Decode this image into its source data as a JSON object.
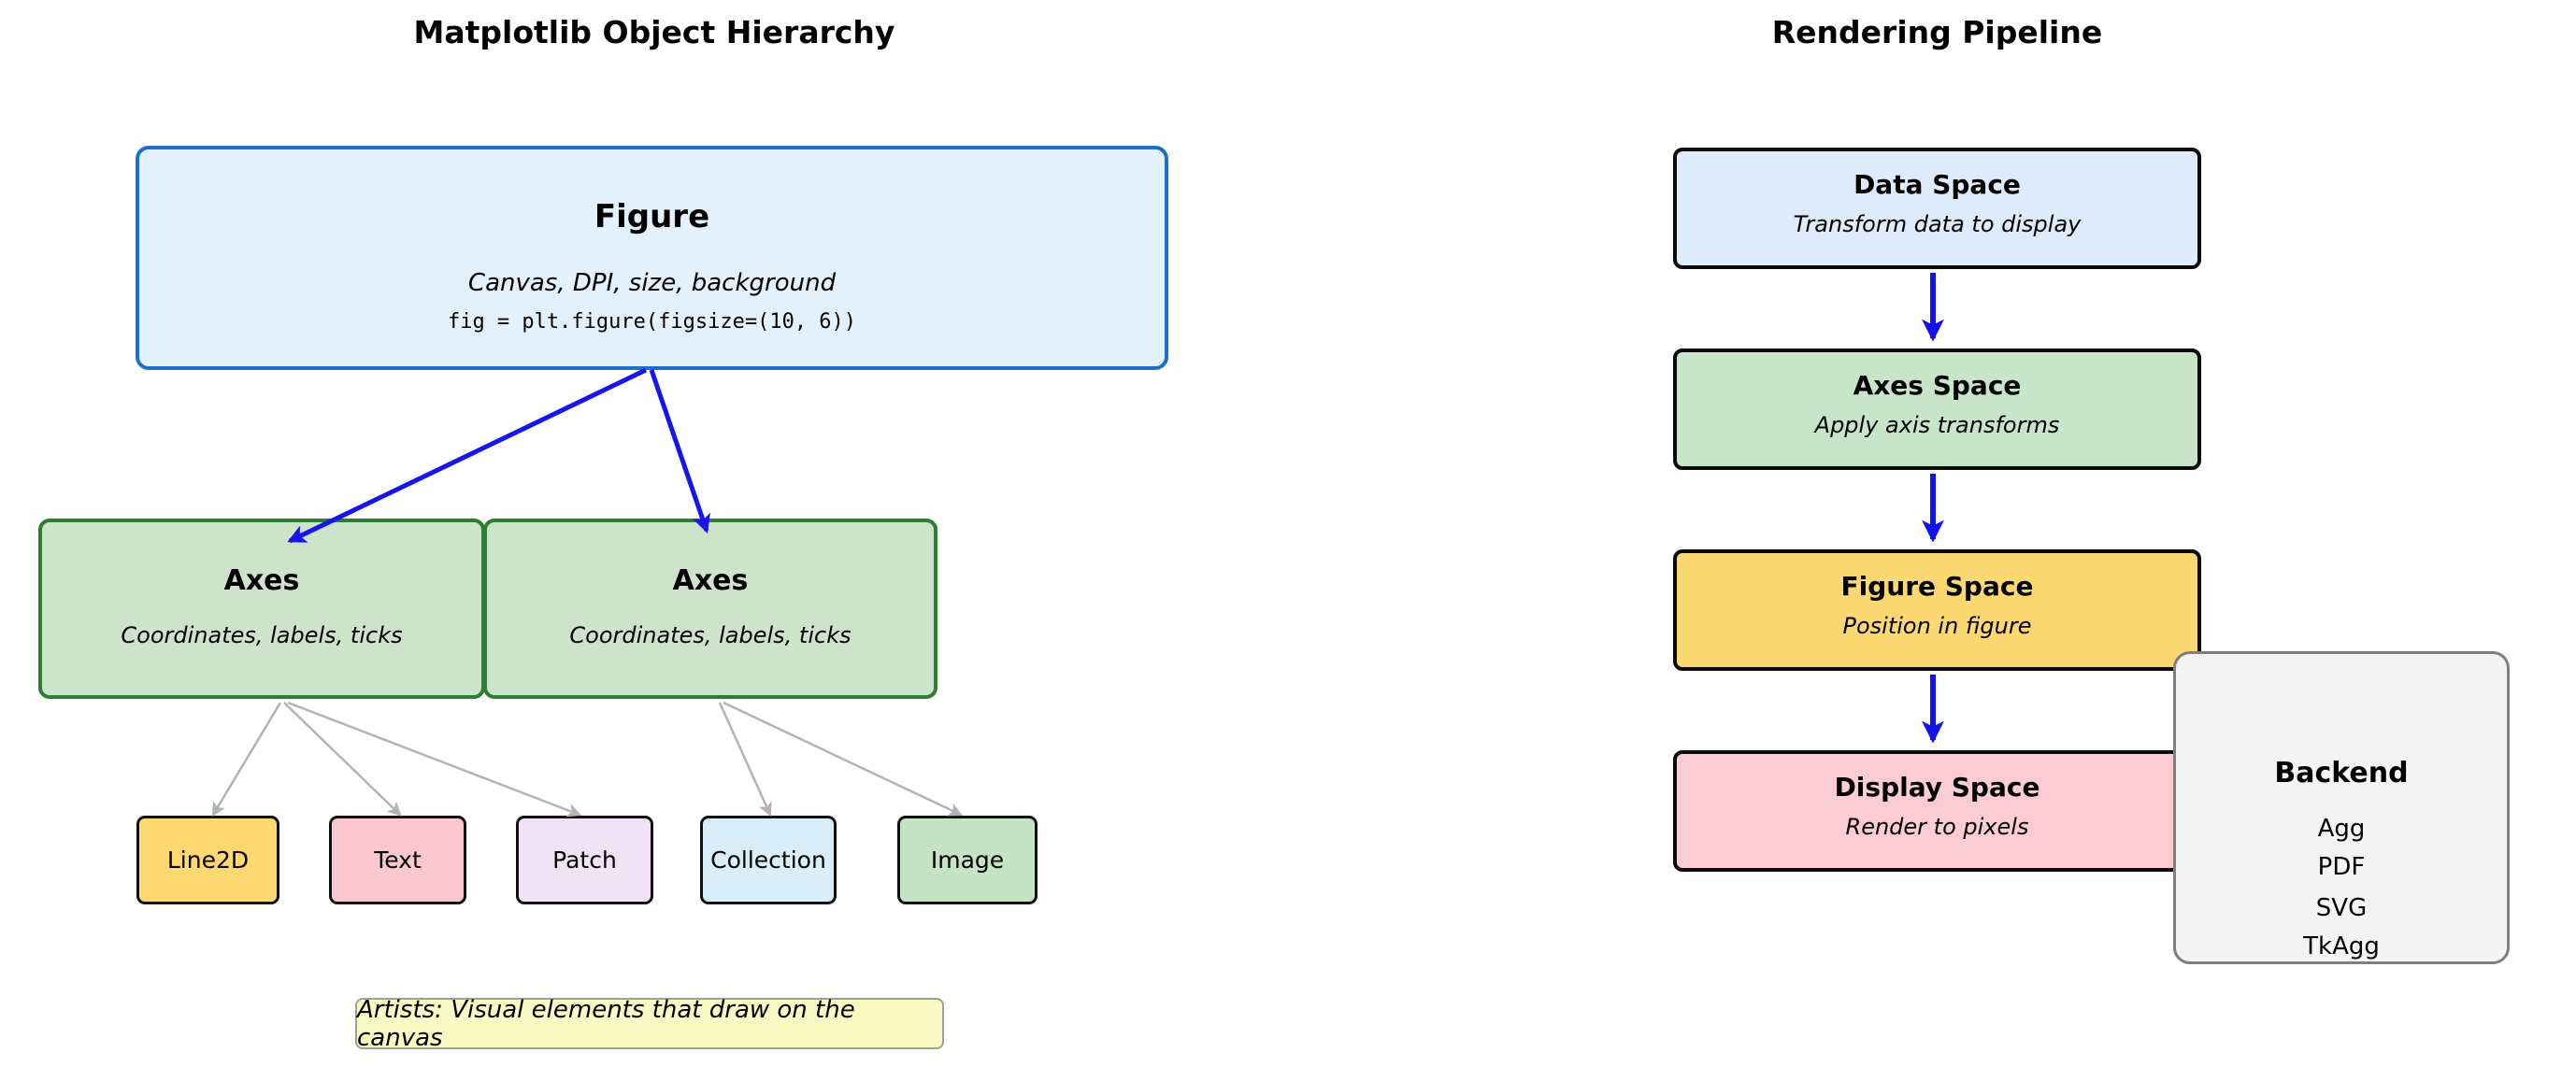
{
  "left_panel": {
    "title": "Matplotlib Object Hierarchy",
    "figure_box": {
      "title": "Figure",
      "subtitle": "Canvas, DPI, size, background",
      "code": "fig = plt.figure(figsize=(10, 6))",
      "fill": "#e3f1fc",
      "border": "#1e6fc9"
    },
    "axes_boxes": [
      {
        "title": "Axes",
        "subtitle": "Coordinates, labels, ticks"
      },
      {
        "title": "Axes",
        "subtitle": "Coordinates, labels, ticks"
      }
    ],
    "axes_fill": "#cde4ca",
    "axes_border": "#2d7d32",
    "artist_boxes": [
      {
        "label": "Line2D",
        "fill": "#fed971"
      },
      {
        "label": "Text",
        "fill": "#fac8cd"
      },
      {
        "label": "Patch",
        "fill": "#f2e2f5"
      },
      {
        "label": "Collection",
        "fill": "#daeefa"
      },
      {
        "label": "Image",
        "fill": "#c7e3c5"
      }
    ],
    "note": "Artists: Visual elements that draw on the canvas",
    "note_fill": "#fcfac4"
  },
  "right_panel": {
    "title": "Rendering Pipeline",
    "pipeline": [
      {
        "title": "Data Space",
        "subtitle": "Transform data to display",
        "fill": "#ddebfa"
      },
      {
        "title": "Axes Space",
        "subtitle": "Apply axis transforms",
        "fill": "#c9e5c9"
      },
      {
        "title": "Figure Space",
        "subtitle": "Position in figure",
        "fill": "#fcd873"
      },
      {
        "title": "Display Space",
        "subtitle": "Render to pixels",
        "fill": "#fbccd2"
      }
    ],
    "backend_box": {
      "title": "Backend",
      "items": [
        "Agg",
        "PDF",
        "SVG",
        "TkAgg"
      ],
      "fill": "#f4f4f4"
    }
  },
  "colors": {
    "hierarchy_arrow": "#1515ee",
    "pipeline_arrow": "#1212ec",
    "child_arrow": "#b3b3b3",
    "background": "#ffffff"
  }
}
